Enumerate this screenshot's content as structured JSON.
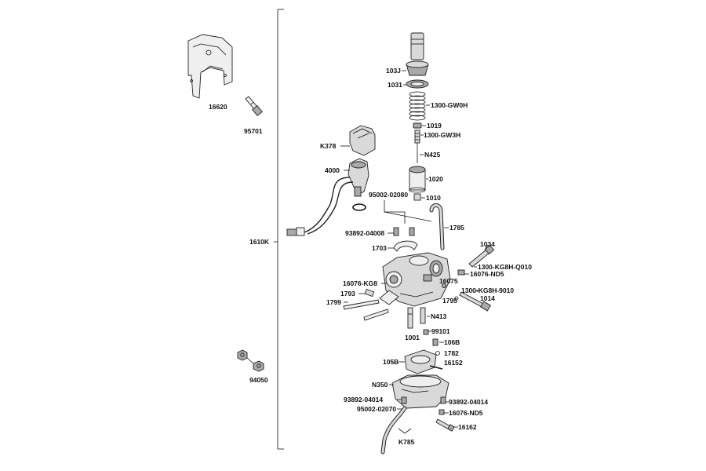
{
  "labels": {
    "l16620": "16620",
    "l95701": "95701",
    "l94050": "94050",
    "l1610K": "1610K",
    "lK378": "K378",
    "l4000": "4000",
    "l103J": "103J",
    "l1031": "1031",
    "l1300GW0H": "1300-GW0H",
    "l1019": "1019",
    "l1300GW3H": "1300-GW3H",
    "lN425": "N425",
    "l1020": "1020",
    "l1010": "1010",
    "l9500202080": "95002-02080",
    "l1785": "1785",
    "l9389204008": "93892-04008",
    "l1703": "1703",
    "l1034": "1034",
    "l1300KG8HQ010": "1300-KG8H-Q010",
    "l16076ND5a": "16076-ND5",
    "l16076KG8": "16076-KG8",
    "l16075": "16075",
    "l1300KG8H9010": "1300-KG8H-9010",
    "l1793": "1793",
    "l1795": "1795",
    "l1014": "1014",
    "l1799": "1799",
    "lN413": "N413",
    "l99101": "99101",
    "l1001": "1001",
    "l106B": "106B",
    "l1782": "1782",
    "l105B": "105B",
    "l16152": "16152",
    "lN350": "N350",
    "l9389204014a": "93892-04014",
    "l9389204014b": "93892-04014",
    "l9500202070": "95002-02070",
    "l16076ND5b": "16076-ND5",
    "l16162": "16162",
    "lK785": "K785"
  }
}
